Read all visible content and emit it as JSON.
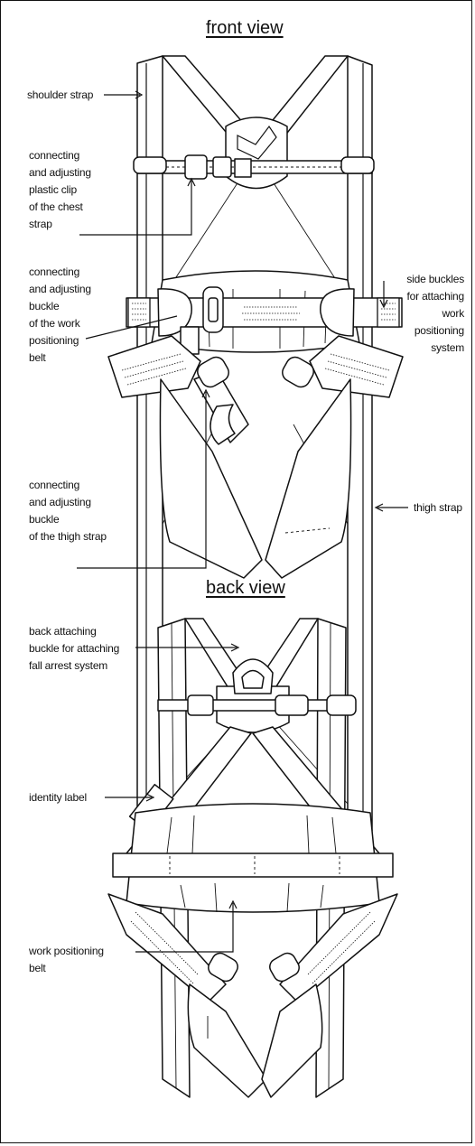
{
  "front": {
    "title": "front view",
    "labels": {
      "shoulder_strap": "shoulder strap",
      "chest_clip": "connecting\nand adjusting\nplastic clip\nof the chest\nstrap",
      "belt_buckle": "connecting\nand adjusting\nbuckle\nof the work\npositioning\nbelt",
      "side_buckles": "side buckles\nfor attaching\nwork\npositioning\nsystem",
      "thigh_buckle": "connecting\nand adjusting\nbuckle\nof the thigh strap",
      "thigh_strap": "thigh strap"
    }
  },
  "back": {
    "title": "back view",
    "labels": {
      "back_buckle": "back attaching\nbuckle for attaching\nfall arrest system",
      "identity_label": "identity label",
      "positioning_belt": "work positioning\nbelt"
    }
  }
}
